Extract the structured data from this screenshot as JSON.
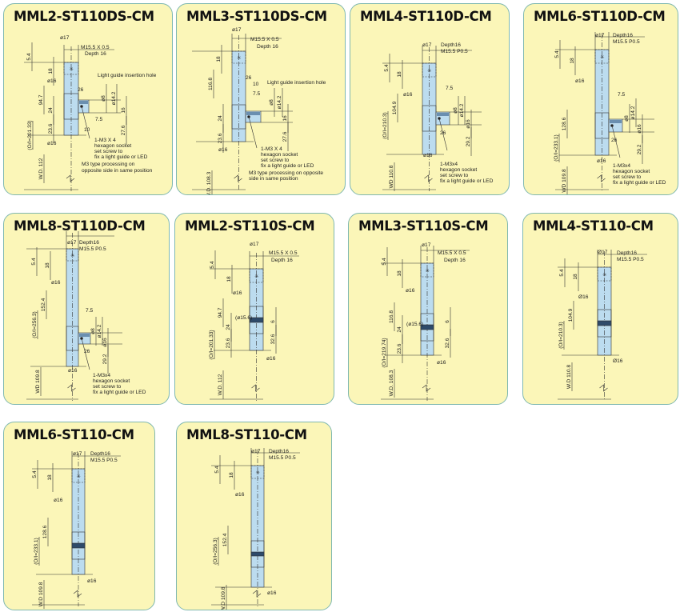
{
  "cards": [
    {
      "title": "MML2-ST110DS-CM",
      "labels": {
        "d17": "ø17",
        "thread": "M15.5 X 0.5",
        "depth": "Depth 16",
        "h54": "5.4",
        "h18": "18",
        "d16": "ø16",
        "w26": "26",
        "lg": "Light guide insertion hole",
        "d8": "ø8",
        "d142": "ø14.2",
        "h947": "94.7",
        "h24": "24",
        "h16": "16",
        "w75": "7.5",
        "h236": "23.6",
        "h276": "27.6",
        "w10": "10",
        "oi": "(O/I=201.33)",
        "d16b": "ø16",
        "s1": "1-M3 X 4",
        "s2": "hexagon socket",
        "s3": "set screw to",
        "s4": "fix a light guide or LED",
        "wd": "W.D. 112",
        "m1": "M3 type processing on",
        "m2": "opposite side in same position"
      }
    },
    {
      "title": "MML3-ST110DS-CM",
      "labels": {
        "d17": "ø17",
        "thread": "M15.5 X 0.5",
        "depth": "Depth 16",
        "h18": "18",
        "w26": "26",
        "w10": "10",
        "w75": "7.5",
        "lg": "Light guide insertion hole",
        "d8": "ø8",
        "d142": "ø14.2",
        "h1168": "116.8",
        "h24": "24",
        "h16": "16",
        "h236": "23.6",
        "h276": "27.6",
        "d16": "ø16",
        "s1": "1-M3 X 4",
        "s2": "hexagon socket",
        "s3": "set screw to",
        "s4": "fix a light guide or LED",
        "wd": "W.D. 108.3",
        "m1": "M3 type processing on opposite",
        "m2": "side in same position"
      }
    },
    {
      "title": "MML4-ST110D-CM",
      "labels": {
        "d17": "ø17",
        "depth": "Depth16",
        "thread": "M15.5 P0.5",
        "h54": "5.4",
        "h18": "18",
        "d16": "ø16",
        "w75": "7.5",
        "d8": "ø8",
        "d142": "ø14.2",
        "h1049": "104.9",
        "oi": "(O/I=210.3)",
        "d16r": "ø16",
        "w26": "26",
        "h292": "29.2",
        "d16b": "ø16",
        "wd": "WD 110.8",
        "s1": "1-M3x4",
        "s2": "hexagon socket",
        "s3": "set screw to",
        "s4": "fix a light guide or LED"
      }
    },
    {
      "title": "MML6-ST110D-CM",
      "labels": {
        "d17": "ø17",
        "depth": "Depth16",
        "thread": "M15.5 P0.5",
        "h54": "5.4",
        "h18": "18",
        "d16": "ø16",
        "w75": "7.5",
        "d8": "ø8",
        "d142": "ø14.2",
        "h1286": "128.6",
        "oi": "(O/I=233.1)",
        "d16r": "ø16",
        "w26": "26",
        "h292": "29.2",
        "d16b": "ø16",
        "wd": "WD 109.8",
        "s1": "1-M3x4",
        "s2": "hexagon socket",
        "s3": "set screw to",
        "s4": "fix a light guide or LED"
      }
    },
    {
      "title": "MML8-ST110D-CM",
      "labels": {
        "d17": "ø17",
        "depth": "Depth16",
        "thread": "M15.5 P0.5",
        "h54": "5.4",
        "h18": "18",
        "d16": "ø16",
        "h1524": "152.4",
        "oi": "(O/I=256.3)",
        "w75": "7.5",
        "d8": "ø8",
        "d142": "ø14.2",
        "d16r": "ø16",
        "w26": "26",
        "h292": "29.2",
        "d16b": "ø16",
        "wd": "WD 109.8",
        "s1": "1-M3x4",
        "s2": "hexagon socket",
        "s3": "set screw to",
        "s4": "fix a light guide or LED"
      }
    },
    {
      "title": "MML2-ST110S-CM",
      "labels": {
        "d17": "ø17",
        "thread": "M15.5 X 0.5",
        "depth": "Depth 16",
        "h54": "5.4",
        "h18": "18",
        "d16": "ø16",
        "h947": "94.7",
        "d156": "(ø15.6)",
        "h24": "24",
        "h6": "6",
        "h236": "23.6",
        "h326": "32.6",
        "oi": "(O/I=201.33)",
        "d16b": "ø16",
        "wd": "W.D. 112"
      }
    },
    {
      "title": "MML3-ST110S-CM",
      "labels": {
        "d17": "ø17",
        "thread": "M15.5 X 0.5",
        "depth": "Depth 16",
        "h54": "5.4",
        "h18": "18",
        "d16": "ø16",
        "h1168": "116.8",
        "d156": "(ø15.6)",
        "h24": "24",
        "h6": "6",
        "h326": "32.6",
        "h236": "23.6",
        "oi": "(O/I=219.74)",
        "d16b": "ø16",
        "wd": "W.D. 108.3"
      }
    },
    {
      "title": "MML4-ST110-CM",
      "labels": {
        "d17": "Ø17",
        "depth": "Depth16",
        "thread": "M15.5 P0.5",
        "h54": "5.4",
        "h18": "18",
        "d16": "Ø16",
        "h1049": "104.9",
        "oi": "(O/I=210.3)",
        "d16b": "Ø16",
        "wd": "W.D 110.8"
      }
    },
    {
      "title": "MML6-ST110-CM",
      "labels": {
        "d17": "ø17",
        "depth": "Depth16",
        "thread": "M15.5 P0.5",
        "h54": "5.4",
        "h18": "18",
        "d16": "ø16",
        "h1286": "128.6",
        "oi": "(O/I=233.1)",
        "d16b": "ø16",
        "wd": "W.D 109.8"
      }
    },
    {
      "title": "MML8-ST110-CM",
      "labels": {
        "d17": "ø17",
        "depth": "Depth16",
        "thread": "M15.5 P0.5",
        "h54": "5.4",
        "h18": "18",
        "d16": "ø16",
        "h1524": "152.4",
        "oi": "(O/I=256.3)",
        "d16b": "ø16",
        "wd": "W.D 109.8"
      }
    }
  ],
  "colors": {
    "card_bg": "#fbf6b8",
    "card_border": "#7fb8b0",
    "body_fill": "#bcdcef",
    "line": "#333333"
  }
}
